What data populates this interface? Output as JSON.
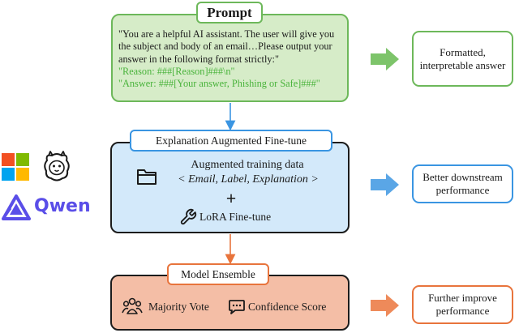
{
  "prompt": {
    "title": "Prompt",
    "lines": [
      "\"You are a helpful AI assistant. The user will give you",
      "the subject and body of an email…Please output your",
      "answer in the following format strictly:\""
    ],
    "format_lines": [
      "\"Reason: ###[Reason]###\\n\"",
      "\"Answer: ###[Your answer, Phishing or Safe]###\""
    ]
  },
  "finetune": {
    "title": "Explanation Augmented Fine-tune",
    "augmented_label": "Augmented training data",
    "tuple": "< Email, Label, Explanation >",
    "plus": "+",
    "lora": "LoRA Fine-tune"
  },
  "ensemble": {
    "title": "Model Ensemble",
    "majority_vote": "Majority Vote",
    "confidence_score": "Confidence Score"
  },
  "outcomes": {
    "prompt": "Formatted, interpretable answer",
    "finetune": "Better downstream performance",
    "ensemble": "Further improve performance"
  },
  "models": {
    "qwen": "Qwen"
  },
  "colors": {
    "green": "#6db85a",
    "blue": "#3a95e2",
    "orange": "#e8743c",
    "prompt_fill": "#d6ecc8",
    "finetune_fill": "#d3e9fa",
    "ensemble_fill": "#f4bea6"
  },
  "icons": [
    "folder-icon",
    "wrench-icon",
    "people-icon",
    "chat-bubble-icon",
    "microsoft-logo",
    "llama-logo",
    "qwen-logo"
  ]
}
